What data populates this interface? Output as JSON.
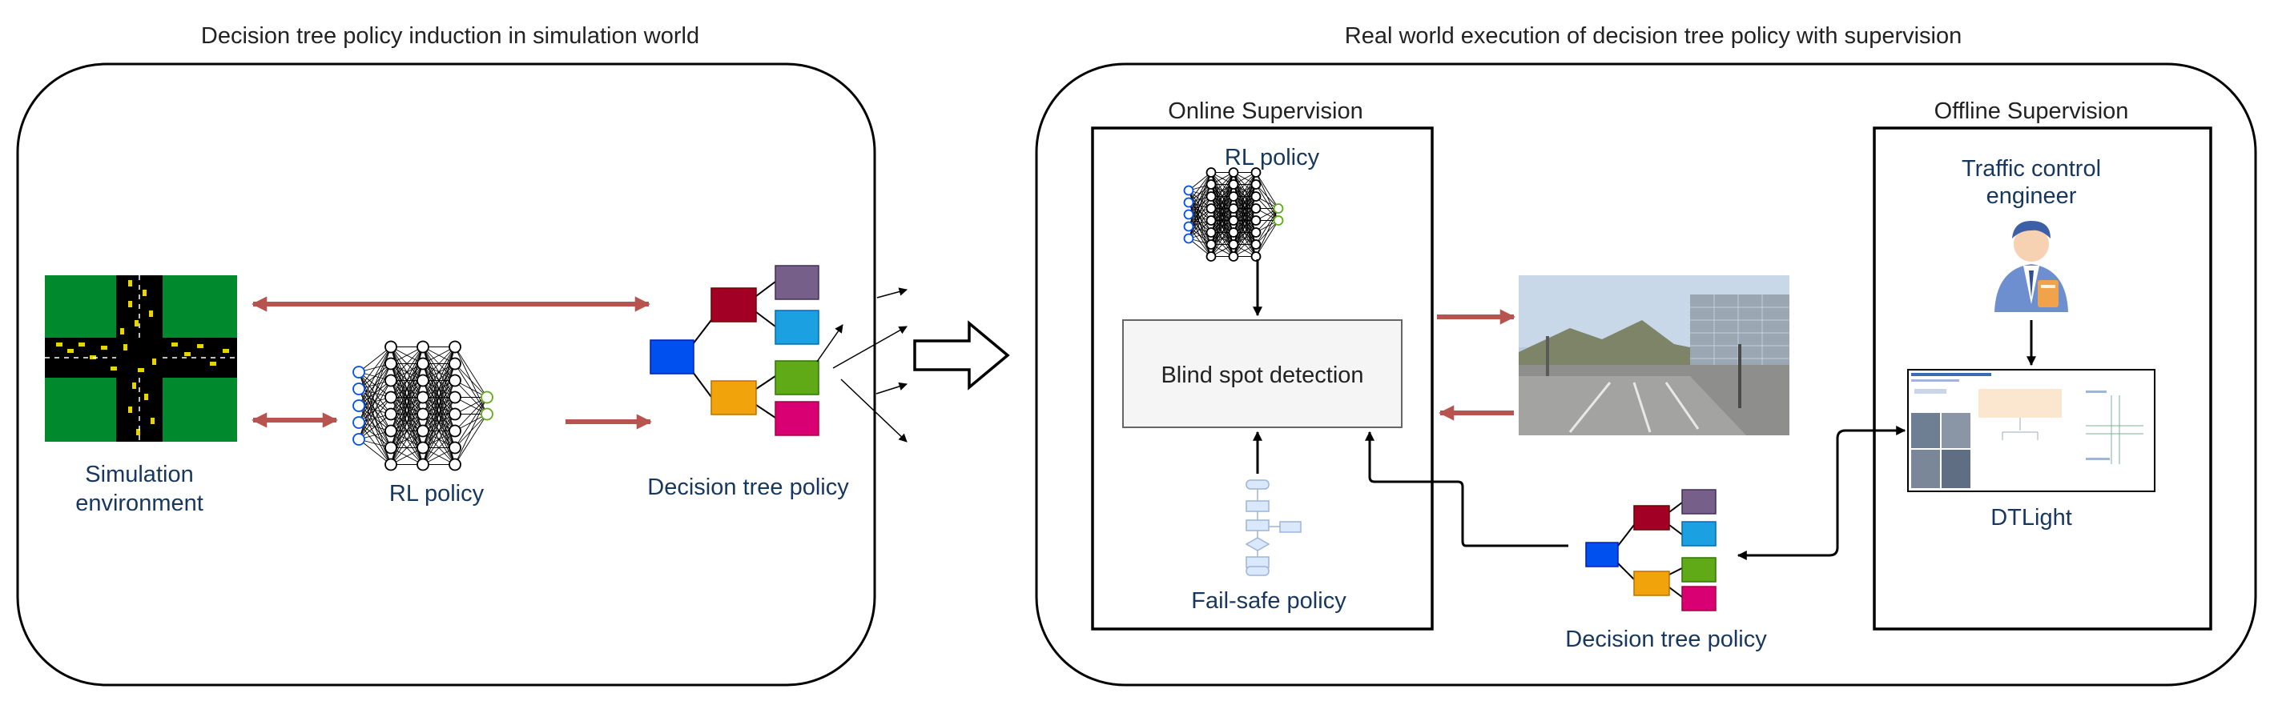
{
  "left_panel": {
    "title": "Decision tree policy induction in simulation world",
    "simulation_label_line1": "Simulation",
    "simulation_label_line2": "environment",
    "rl_policy_label": "RL policy",
    "dt_policy_label": "Decision tree policy"
  },
  "right_panel": {
    "title": "Real world execution of decision tree policy with supervision",
    "online": {
      "title": "Online Supervision",
      "rl_policy_label": "RL policy",
      "blind_spot_label": "Blind spot detection",
      "failsafe_label": "Fail-safe policy"
    },
    "offline": {
      "title": "Offline Supervision",
      "engineer_label_line1": "Traffic control",
      "engineer_label_line2": "engineer",
      "dtlight_label": "DTLight"
    },
    "dt_policy_label": "Decision tree policy"
  },
  "colors": {
    "arrow_red": "#b85450",
    "label_blue": "#17375e",
    "tree_root": "#0050ef",
    "tree_mid_top": "#a20025",
    "tree_mid_bottom": "#f0a30a",
    "tree_leaf_purple": "#76608a",
    "tree_leaf_cyan": "#1ba1e2",
    "tree_leaf_green": "#60a917",
    "tree_leaf_pink": "#d80073",
    "sim_green": "#008a2e"
  }
}
